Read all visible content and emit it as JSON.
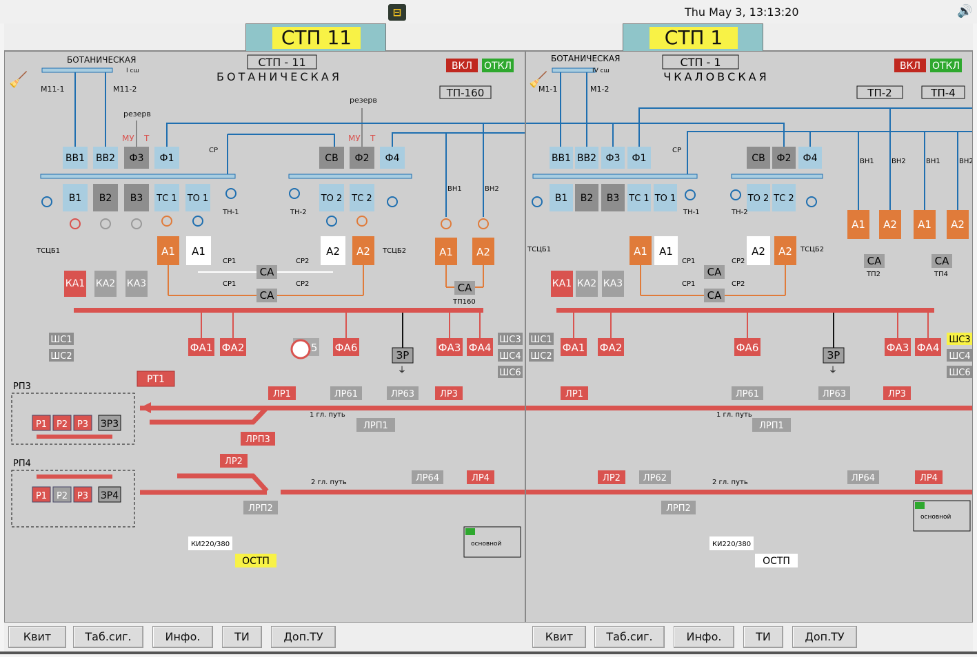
{
  "topbar": {
    "clock": "Thu May  3, 13:13:20",
    "app_icon": "app-menu-icon",
    "speaker_icon": "speaker-icon"
  },
  "tabs": [
    {
      "label": "СТП 11"
    },
    {
      "label": "СТП 1"
    }
  ],
  "left": {
    "feed_name": "БОТАНИЧЕСКАЯ",
    "bus_label": "I сш",
    "title_box": "СТП - 11",
    "subtitle": "БОТАНИЧЕСКАЯ",
    "on_btn": "ВКЛ",
    "off_btn": "ОТКЛ",
    "tp_box": "ТП-160",
    "line1": "М11-1",
    "line2": "М11-2",
    "reserve1": "резерв",
    "reserve2": "резерв",
    "mu": "МУ",
    "t": "Т",
    "mu2": "МУ",
    "t2": "Т",
    "cp": "СР",
    "top_cells": [
      "ВВ1",
      "ВВ2",
      "Ф3",
      "Ф1",
      "СВ",
      "Ф2",
      "Ф4"
    ],
    "mid_cells": [
      "В1",
      "В2",
      "В3",
      "ТС 1",
      "ТО 1",
      "ТО 2",
      "ТС 2"
    ],
    "th1": "ТН-1",
    "th2": "ТН-2",
    "vn1": "ВН1",
    "vn2": "ВН2",
    "tsb1": "ТСЦБ1",
    "tsb2": "ТСЦБ2",
    "a1": "А1",
    "a2": "А2",
    "sa": "СА",
    "cp1": "СР1",
    "cp2": "СР2",
    "tp160": "ТП160",
    "ka": [
      "КА1",
      "КА2",
      "КА3"
    ],
    "shs_left": [
      "ШС1",
      "ШС2"
    ],
    "shs_right": [
      "ШС3",
      "ШС4",
      "ШС6"
    ],
    "fa": [
      "ФА1",
      "ФА2",
      "ФА5",
      "ФА6",
      "ФА3",
      "ФА4"
    ],
    "zr": "ЗР",
    "rt1": "РТ1",
    "rp3": "РП3",
    "rp4": "РП4",
    "r": [
      "Р1",
      "Р2",
      "Р3"
    ],
    "zr3": "ЗР3",
    "zr4": "ЗР4",
    "lr": [
      "ЛР1",
      "ЛР61",
      "ЛР63",
      "ЛР3",
      "ЛРП1",
      "ЛРП3",
      "ЛР2",
      "ЛР64",
      "ЛР4",
      "ЛРП2"
    ],
    "path1": "1 гл. путь",
    "path2": "2 гл. путь",
    "ki": "КИ220/380",
    "ostp": "ОСТП",
    "main": "основной"
  },
  "right": {
    "feed_name": "БОТАНИЧЕСКАЯ",
    "bus_label": "IV сш",
    "title_box": "СТП - 1",
    "subtitle": "ЧКАЛОВСКАЯ",
    "on_btn": "ВКЛ",
    "off_btn": "ОТКЛ",
    "tp2": "ТП-2",
    "tp4": "ТП-4",
    "line1": "М1-1",
    "line2": "М1-2",
    "cp": "СР",
    "top_cells": [
      "ВВ1",
      "ВВ2",
      "Ф3",
      "Ф1",
      "СВ",
      "Ф2",
      "Ф4"
    ],
    "mid_cells": [
      "В1",
      "В2",
      "В3",
      "ТС 1",
      "ТО 1",
      "ТО 2",
      "ТС 2"
    ],
    "th1": "ТН-1",
    "th2": "ТН-2",
    "vn": [
      "ВН1",
      "ВН2",
      "ВН1",
      "ВН2"
    ],
    "tsb1": "ТСЦБ1",
    "tsb2": "ТСЦБ2",
    "a1": "А1",
    "a2": "А2",
    "sa": "СА",
    "cp1": "СР1",
    "cp2": "СР2",
    "tp2s": "ТП2",
    "tp4s": "ТП4",
    "ka": [
      "КА1",
      "КА2",
      "КА3"
    ],
    "shs_left": [
      "ШС1",
      "ШС2"
    ],
    "shs_right": [
      "ШС3",
      "ШС4",
      "ШС6"
    ],
    "fa": [
      "ФА1",
      "ФА2",
      "ФА6",
      "ФА3",
      "ФА4"
    ],
    "zr": "ЗР",
    "lr": [
      "ЛР1",
      "ЛР61",
      "ЛР63",
      "ЛР3",
      "ЛРП1",
      "ЛР2",
      "ЛР62",
      "ЛР64",
      "ЛР4",
      "ЛРП2"
    ],
    "path1": "1 гл. путь",
    "path2": "2 гл. путь",
    "ki": "КИ220/380",
    "ostp": "ОСТП",
    "main": "основной"
  },
  "buttons_left": [
    "Квит",
    "Таб.сиг.",
    "Инфо.",
    "ТИ",
    "Доп.ТУ"
  ],
  "buttons_right": [
    "Квит",
    "Таб.сиг.",
    "Инфо.",
    "ТИ",
    "Доп.ТУ"
  ],
  "colors": {
    "red": "#d9534f",
    "orange": "#e07b3a",
    "lightblue": "#a9cde0",
    "gray": "#9a9a9a",
    "blue": "#1f6fb0",
    "yellow": "#f8f246"
  }
}
